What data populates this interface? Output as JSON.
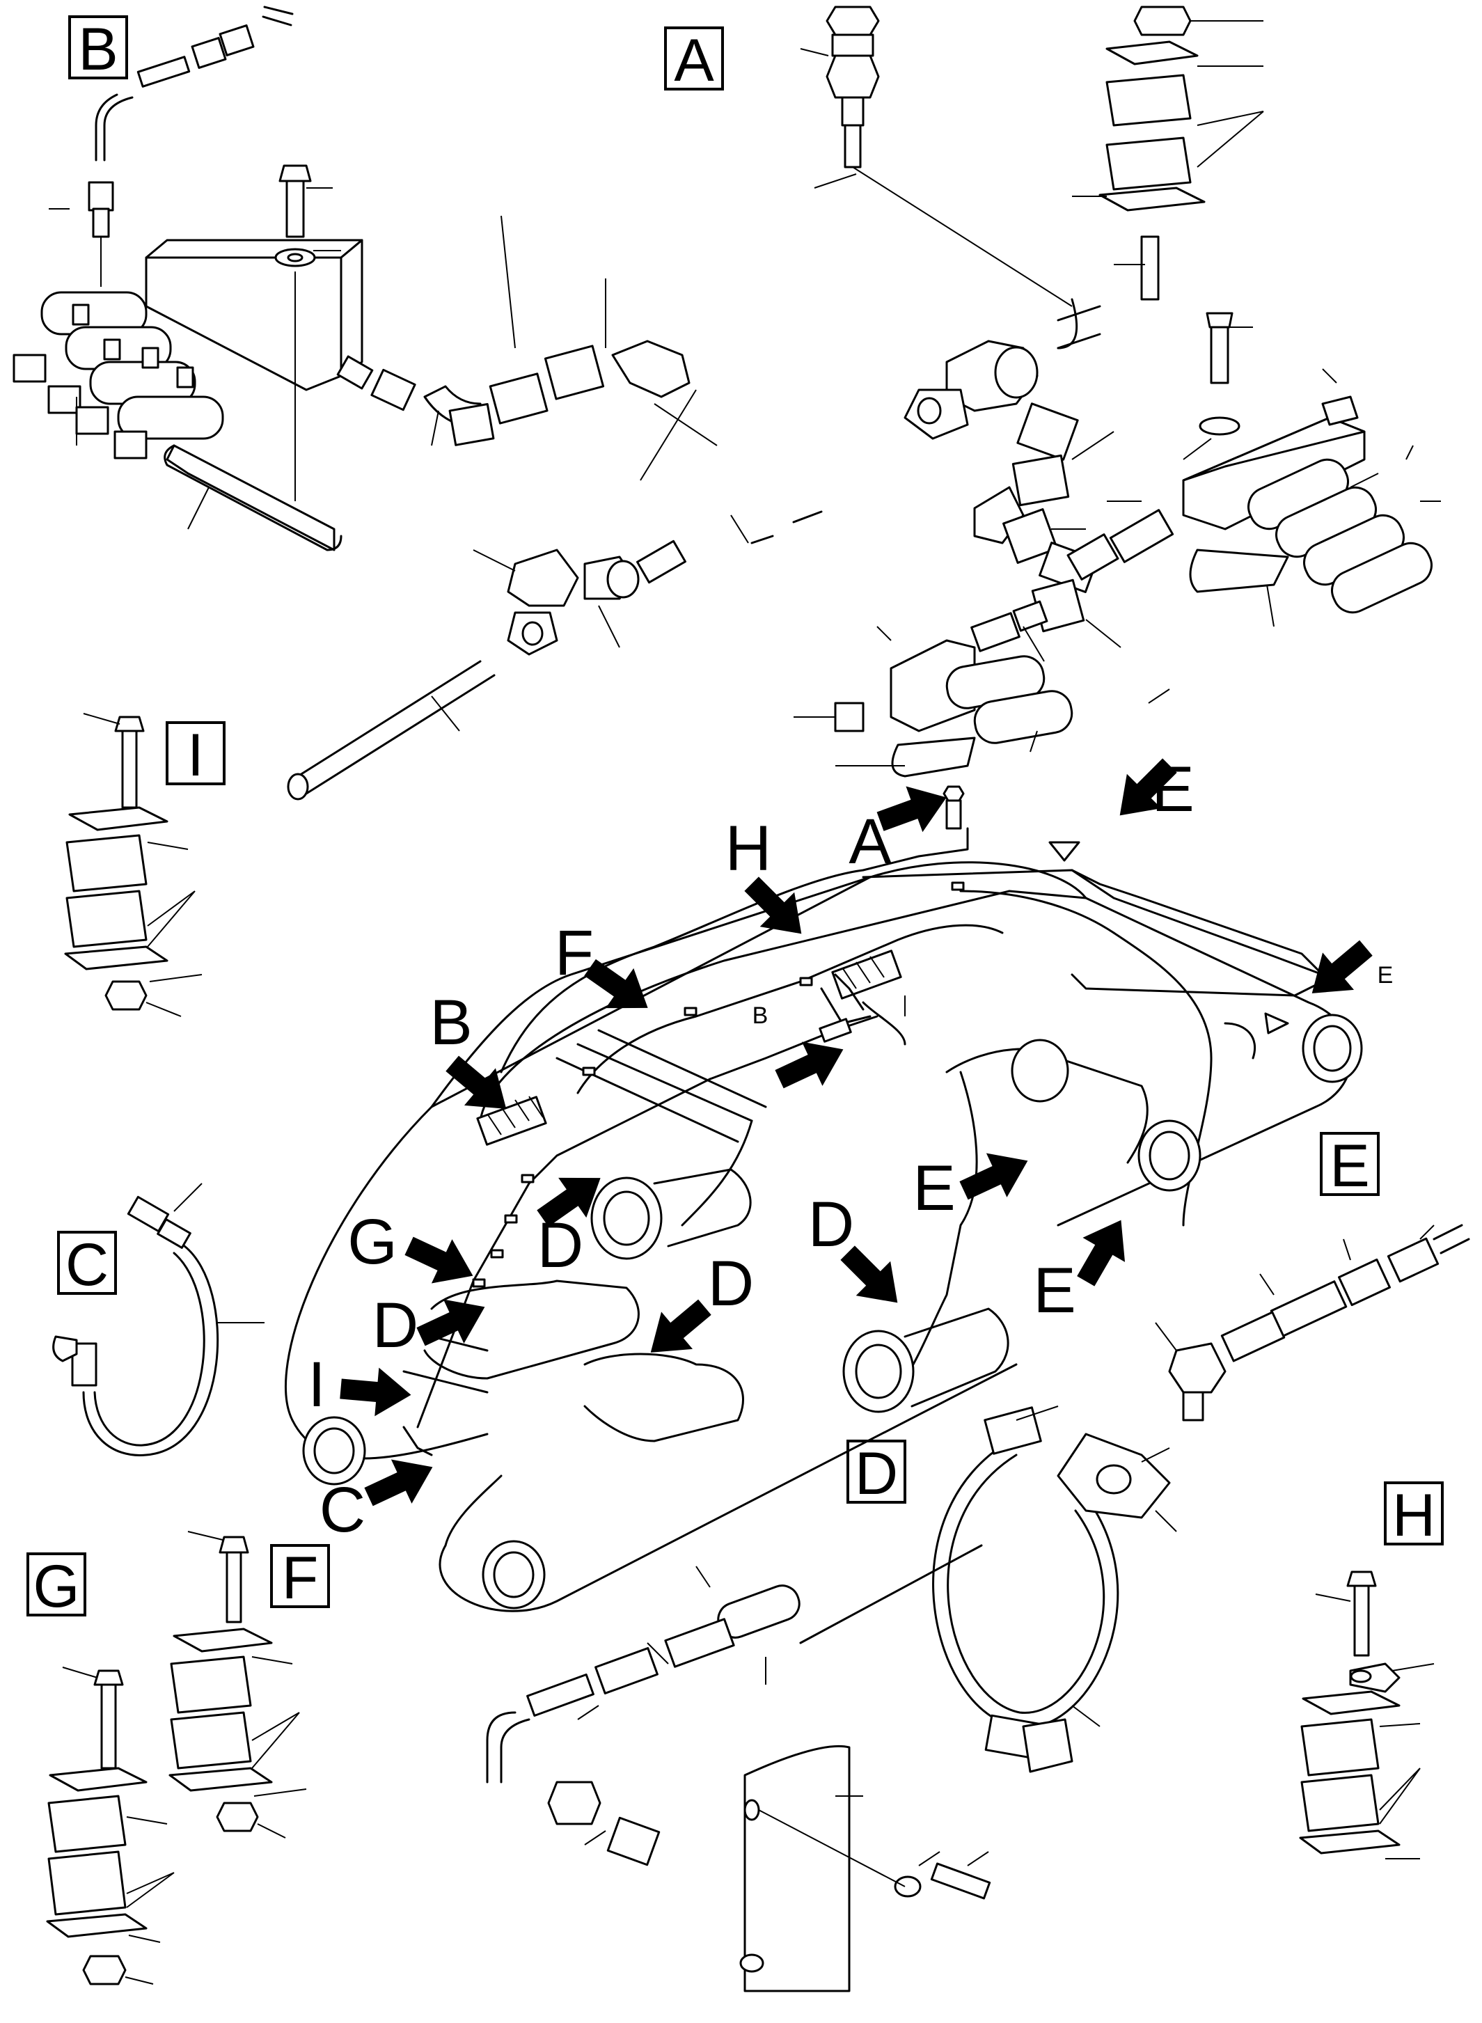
{
  "detail_labels": {
    "A": "A",
    "B": "B",
    "C": "C",
    "D": "D",
    "E": "E",
    "F": "F",
    "G": "G",
    "H": "H",
    "I": "I"
  },
  "callouts": {
    "A": "A",
    "B": "B",
    "C": "C",
    "D1": "D",
    "D2": "D",
    "D3": "D",
    "D4": "D",
    "E1": "E",
    "E2": "E",
    "E3": "E",
    "E4": "E",
    "F": "F",
    "G": "G",
    "H": "H",
    "I": "I",
    "B_small": "B"
  },
  "icons": [
    "arrow-icon",
    "hose-fitting-icon",
    "clamp-icon",
    "bolt-icon",
    "nut-icon",
    "washer-icon",
    "grease-block-icon"
  ],
  "colors": {
    "ink": "#000000",
    "paper": "#ffffff"
  }
}
